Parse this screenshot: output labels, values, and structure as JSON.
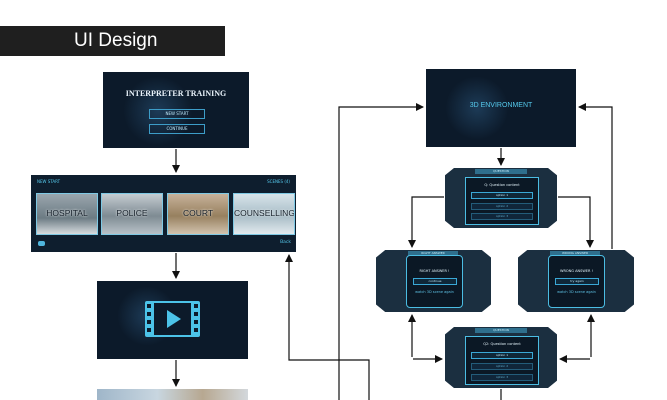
{
  "header": {
    "title": "UI Design"
  },
  "training_screen": {
    "title": "INTERPRETER TRAINING",
    "new_start": "NEW START",
    "continue": "CONTINUE"
  },
  "scene_screen": {
    "new_start": "NEW START",
    "scenes_label": "SCENES (4)",
    "scenes": [
      "HOSPITAL",
      "POLICE",
      "COURT",
      "COUNSELLING"
    ],
    "back": "Back"
  },
  "environment_screen": {
    "title": "3D ENVIRONMENT"
  },
  "question_1": {
    "tab": "QUESTION",
    "prompt": "Q: Question content",
    "options": [
      "option 1",
      "option 2",
      "option 3"
    ]
  },
  "right_answer": {
    "tab": "RIGHT ANSWER",
    "text": "RIGHT ANSWER !",
    "button": "continue",
    "link": "watch 3D scene again"
  },
  "wrong_answer": {
    "tab": "WRONG ANSWER",
    "text": "WRONG ANSWER !",
    "button": "try again",
    "link": "watch 3D scene again"
  },
  "question_2": {
    "tab": "QUESTION",
    "prompt": "Q2: Question content",
    "options": [
      "option 1",
      "option 2",
      "option 3"
    ]
  },
  "colors": {
    "screen_bg": "#0c1a2a",
    "accent": "#55c9ec",
    "arrow": "#111111"
  },
  "icons": {
    "video": "play-icon"
  }
}
